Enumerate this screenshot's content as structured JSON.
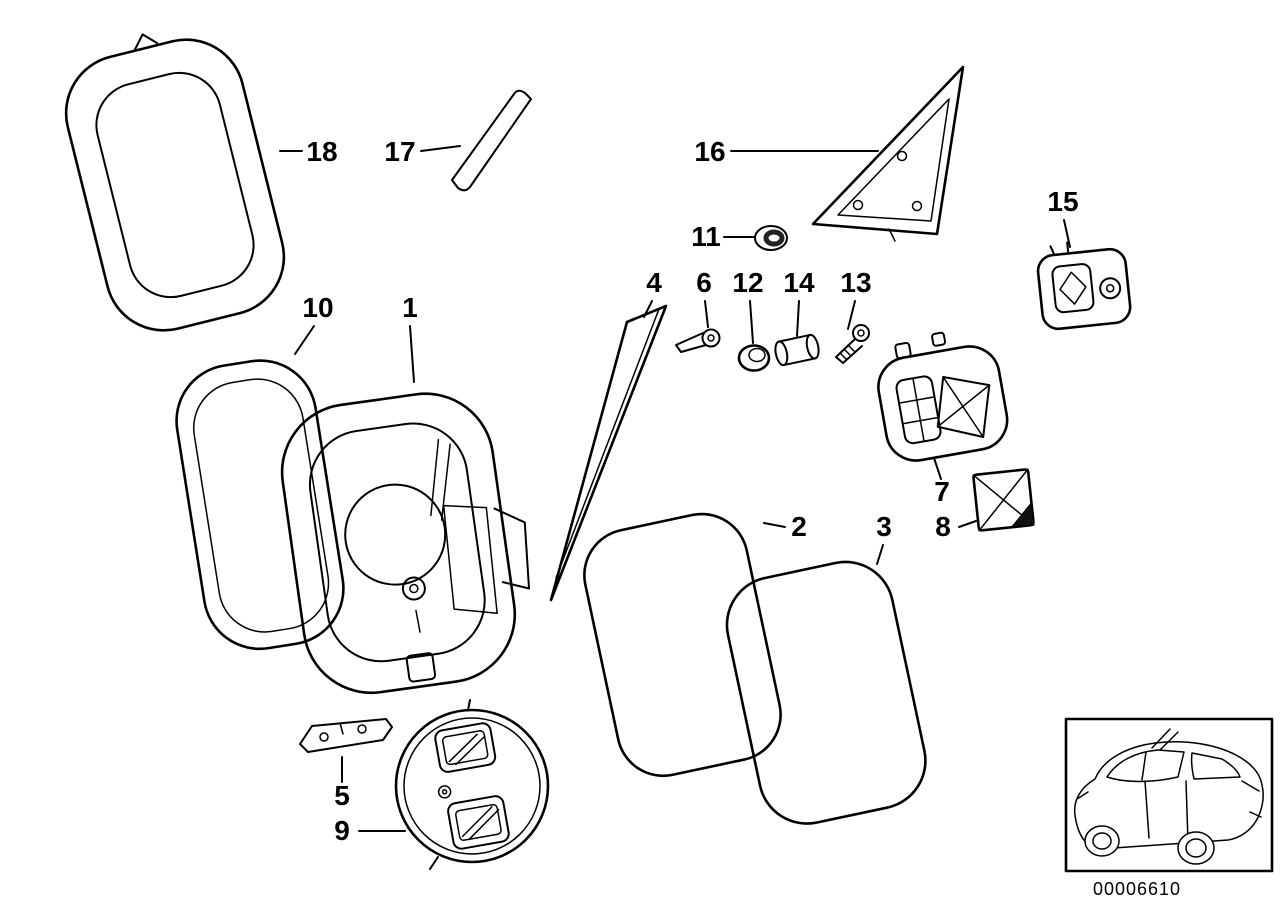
{
  "figure_id": "00006610",
  "part_labels": {
    "p1": "1",
    "p2": "2",
    "p3": "3",
    "p4": "4",
    "p5": "5",
    "p6": "6",
    "p7": "7",
    "p8": "8",
    "p9": "9",
    "p10": "10",
    "p11": "11",
    "p12": "12",
    "p13": "13",
    "p14": "14",
    "p15": "15",
    "p16": "16",
    "p17": "17",
    "p18": "18"
  }
}
